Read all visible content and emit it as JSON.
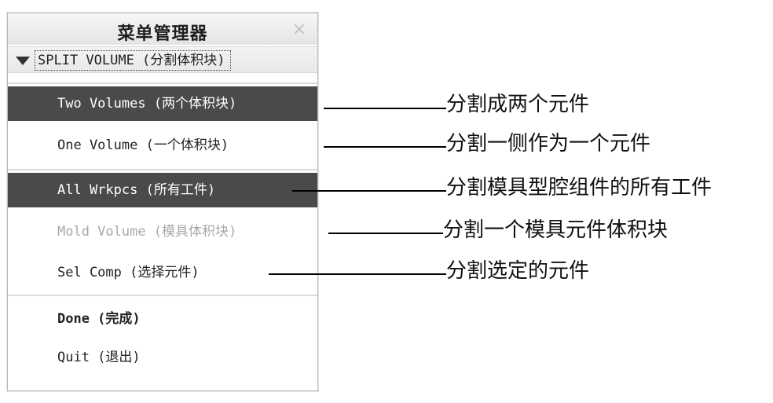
{
  "window": {
    "title": "菜单管理器",
    "close_glyph": "×"
  },
  "section": {
    "label": "SPLIT VOLUME (分割体积块)"
  },
  "menu_items": [
    {
      "label": "Two Volumes (两个体积块)",
      "state": "selected"
    },
    {
      "label": "One Volume (一个体积块)",
      "state": "normal"
    },
    {
      "label": "All Wrkpcs (所有工件)",
      "state": "selected"
    },
    {
      "label": "Mold Volume (模具体积块)",
      "state": "disabled"
    },
    {
      "label": "Sel Comp (选择元件)",
      "state": "normal"
    },
    {
      "label": "Done (完成)",
      "state": "bold"
    },
    {
      "label": "Quit (退出)",
      "state": "normal"
    }
  ],
  "annotations": [
    "分割成两个元件",
    "分割一侧作为一个元件",
    "分割模具型腔组件的所有工件",
    "分割一个模具元件体积块",
    "分割选定的元件"
  ],
  "colors": {
    "selected_bg": "#4a4a4a",
    "disabled_text": "#a8a8a8"
  }
}
